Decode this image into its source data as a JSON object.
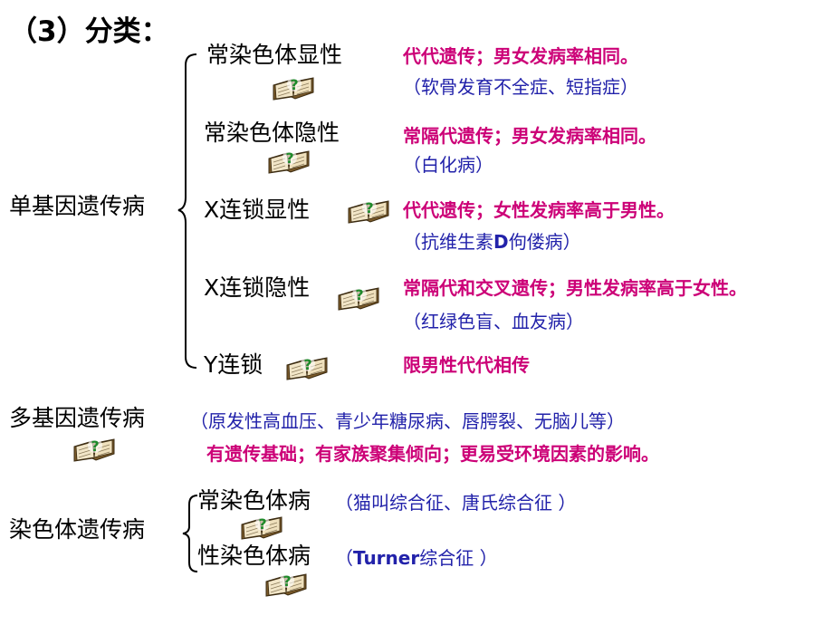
{
  "title": "（3）分类：",
  "single": {
    "label": "单基因遗传病",
    "items": [
      {
        "name": "常染色体显性",
        "desc": "代代遗传；男女发病率相同。",
        "example": "（软骨发育不全症、短指症）"
      },
      {
        "name": "常染色体隐性",
        "desc": "常隔代遗传；男女发病率相同。",
        "example": "（白化病）"
      },
      {
        "name": "X连锁显性",
        "desc": "代代遗传；女性发病率高于男性。",
        "example_pre": "（抗维生素",
        "example_bold": "D",
        "example_post": "佝偻病）"
      },
      {
        "name": "X连锁隐性",
        "desc": "常隔代和交叉遗传；男性发病率高于女性。",
        "example": "（红绿色盲、血友病）"
      },
      {
        "name": "Y连锁",
        "desc": "限男性代代相传"
      }
    ]
  },
  "multi": {
    "label": "多基因遗传病",
    "example": "（原发性高血压、青少年糖尿病、唇腭裂、无脑儿等）",
    "desc": "有遗传基础；有家族聚集倾向；更易受环境因素的影响。"
  },
  "chromosome": {
    "label": "染色体遗传病",
    "items": [
      {
        "name": "常染色体病",
        "example": "（猫叫综合征、唐氏综合征 ）"
      },
      {
        "name": "性染色体病",
        "example_pre": "（",
        "example_bold": "Turner",
        "example_post": "综合征 ）"
      }
    ]
  },
  "colors": {
    "desc": "#cc0077",
    "example": "#2222aa",
    "text": "#000000"
  },
  "icon": "book-question-icon"
}
